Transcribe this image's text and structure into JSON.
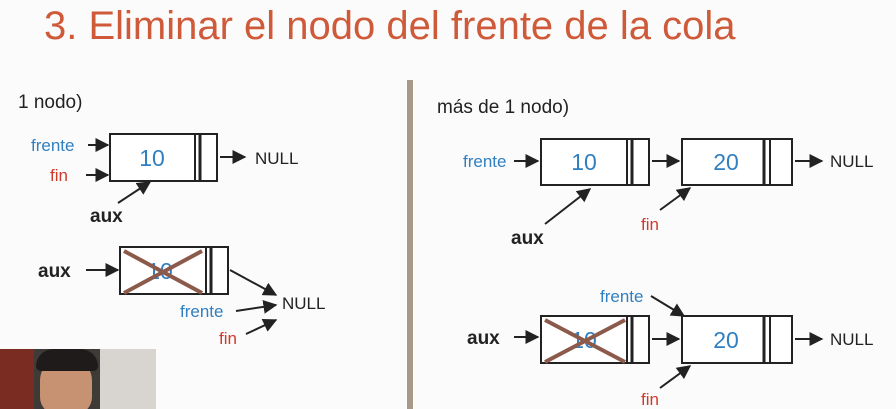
{
  "title": "3. Eliminar el nodo del frente de la cola",
  "left_panel": {
    "heading": "1 nodo)",
    "before": {
      "pointer_frente": "frente",
      "pointer_fin": "fin",
      "node_value": "10",
      "null_label": "NULL",
      "aux_label": "aux"
    },
    "after": {
      "aux_label": "aux",
      "deleted_value": "10",
      "pointer_frente": "frente",
      "pointer_fin": "fin",
      "null_label": "NULL"
    }
  },
  "right_panel": {
    "heading": "más de 1 nodo)",
    "before": {
      "pointer_frente": "frente",
      "node1_value": "10",
      "node2_value": "20",
      "null_label": "NULL",
      "pointer_fin": "fin",
      "aux_label": "aux"
    },
    "after": {
      "pointer_frente": "frente",
      "aux_label": "aux",
      "deleted_value": "10",
      "node2_value": "20",
      "null_label": "NULL",
      "pointer_fin": "fin"
    }
  },
  "colors": {
    "title": "#cf5a3a",
    "frente": "#2f7fc1",
    "fin": "#d03a2c",
    "node_value": "#2f7fc1",
    "cross": "#8b5a4a",
    "divider": "#a79a88"
  }
}
